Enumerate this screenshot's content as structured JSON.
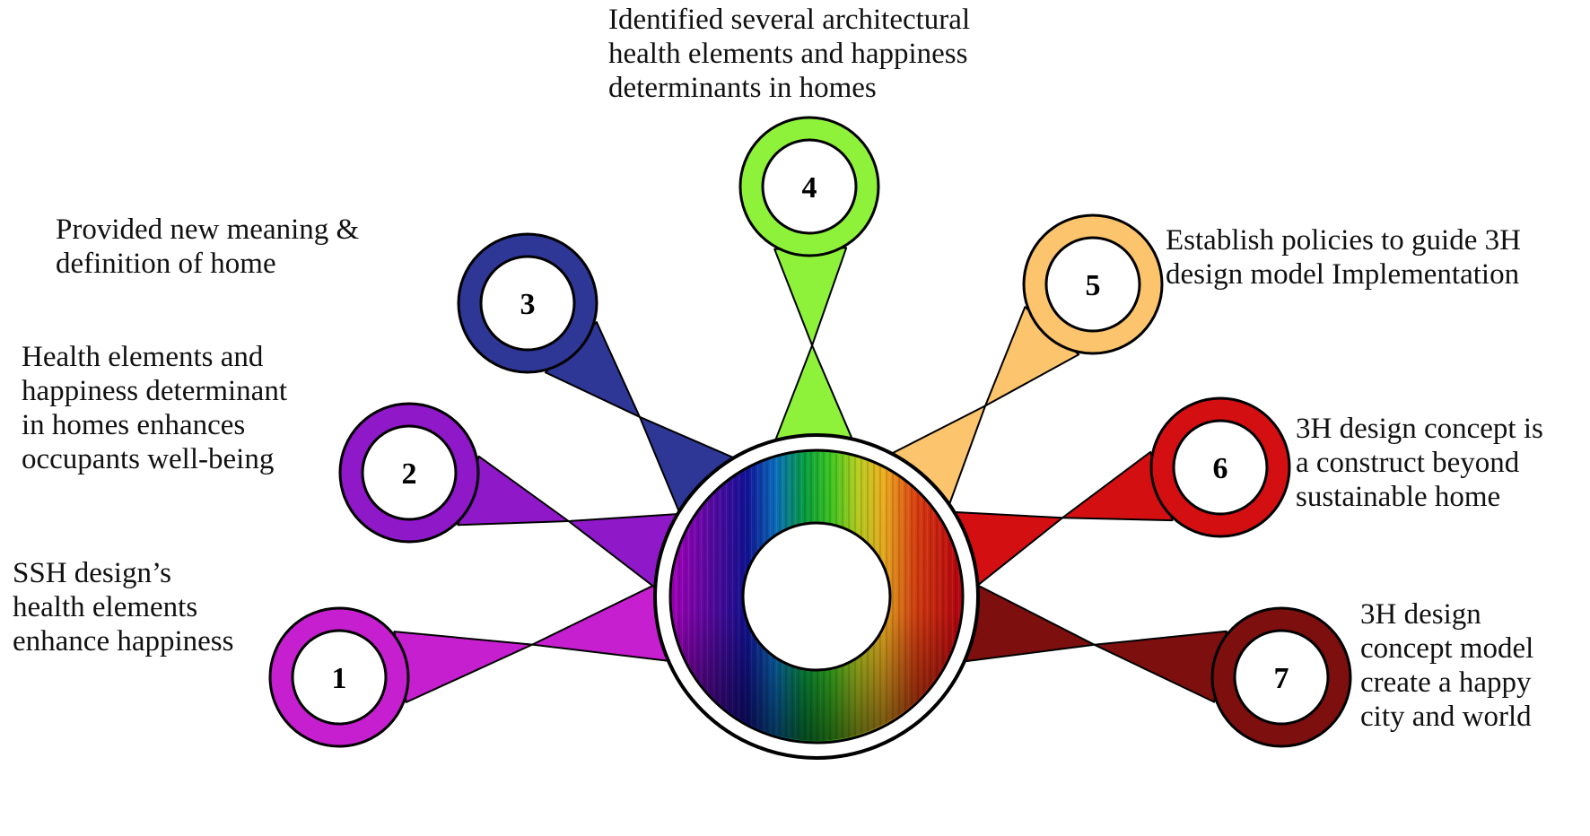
{
  "nodes": [
    {
      "number": "1",
      "color": "#c61fcf",
      "caption": [
        "SSH design’s",
        "health elements",
        "enhance happiness"
      ]
    },
    {
      "number": "2",
      "color": "#8f18c9",
      "caption": [
        "Health elements and",
        "happiness determinant",
        "in homes enhances",
        "occupants well-being"
      ]
    },
    {
      "number": "3",
      "color": "#2e3796",
      "caption": [
        "Provided new meaning &",
        "definition of home"
      ]
    },
    {
      "number": "4",
      "color": "#8ef23a",
      "caption": [
        "Identified several architectural",
        "health elements and happiness",
        "determinants in homes"
      ]
    },
    {
      "number": "5",
      "color": "#fcc46c",
      "caption": [
        "Establish policies to guide 3H",
        "design model Implementation"
      ]
    },
    {
      "number": "6",
      "color": "#d40f12",
      "caption": [
        "3H design concept is",
        "a construct beyond",
        "sustainable home"
      ]
    },
    {
      "number": "7",
      "color": "#7d0f0f",
      "caption": [
        "3H design",
        "concept model",
        "create a happy",
        "city and world"
      ]
    }
  ]
}
